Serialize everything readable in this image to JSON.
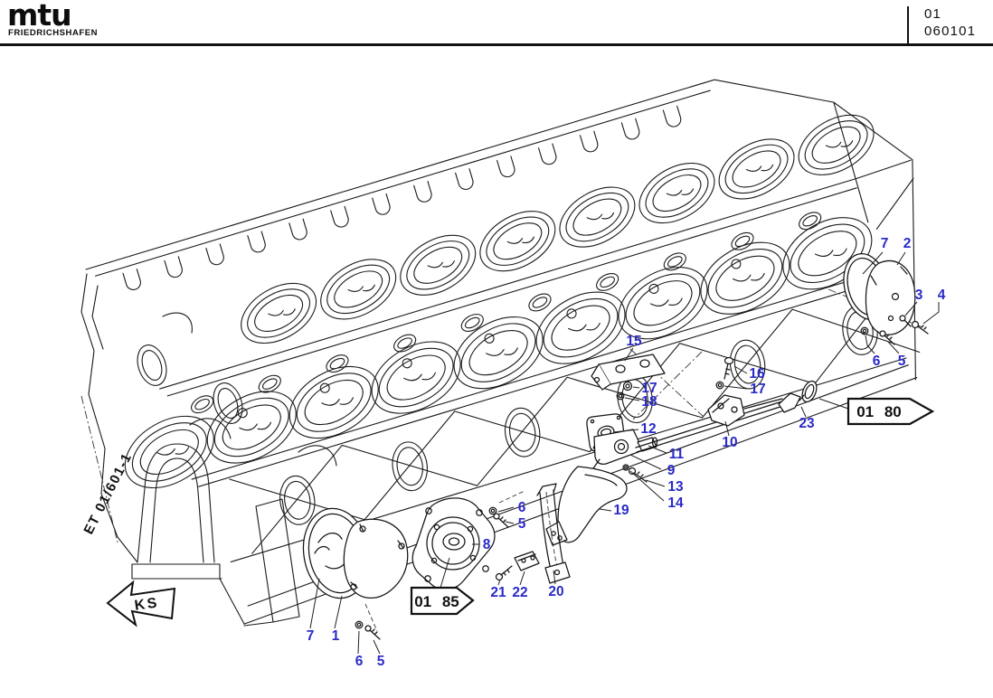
{
  "header": {
    "brand": "mtu",
    "brand_sub": "FRIEDRICHSHAFEN",
    "page_code": "01",
    "doc_code": "060101"
  },
  "diagram": {
    "sheet_ref": "ET 01/601-1",
    "flow_label": "KS",
    "ref_80": "01 80",
    "ref_85": "01 85",
    "callout_color": "#2a2ac8",
    "callouts": {
      "n7a": "7",
      "n2": "2",
      "n3": "3",
      "n4": "4",
      "n6a": "6",
      "n5a": "5",
      "n15": "15",
      "n16": "16",
      "n17r": "17",
      "n17l": "17",
      "n18": "18",
      "n12": "12",
      "n10": "10",
      "n11": "11",
      "n9": "9",
      "n13": "13",
      "n14": "14",
      "n23": "23",
      "n19": "19",
      "n6m": "6",
      "n5m": "5",
      "n8": "8",
      "n21": "21",
      "n22": "22",
      "n20": "20",
      "n7b": "7",
      "n1": "1",
      "n6c": "6",
      "n5c": "5"
    }
  }
}
